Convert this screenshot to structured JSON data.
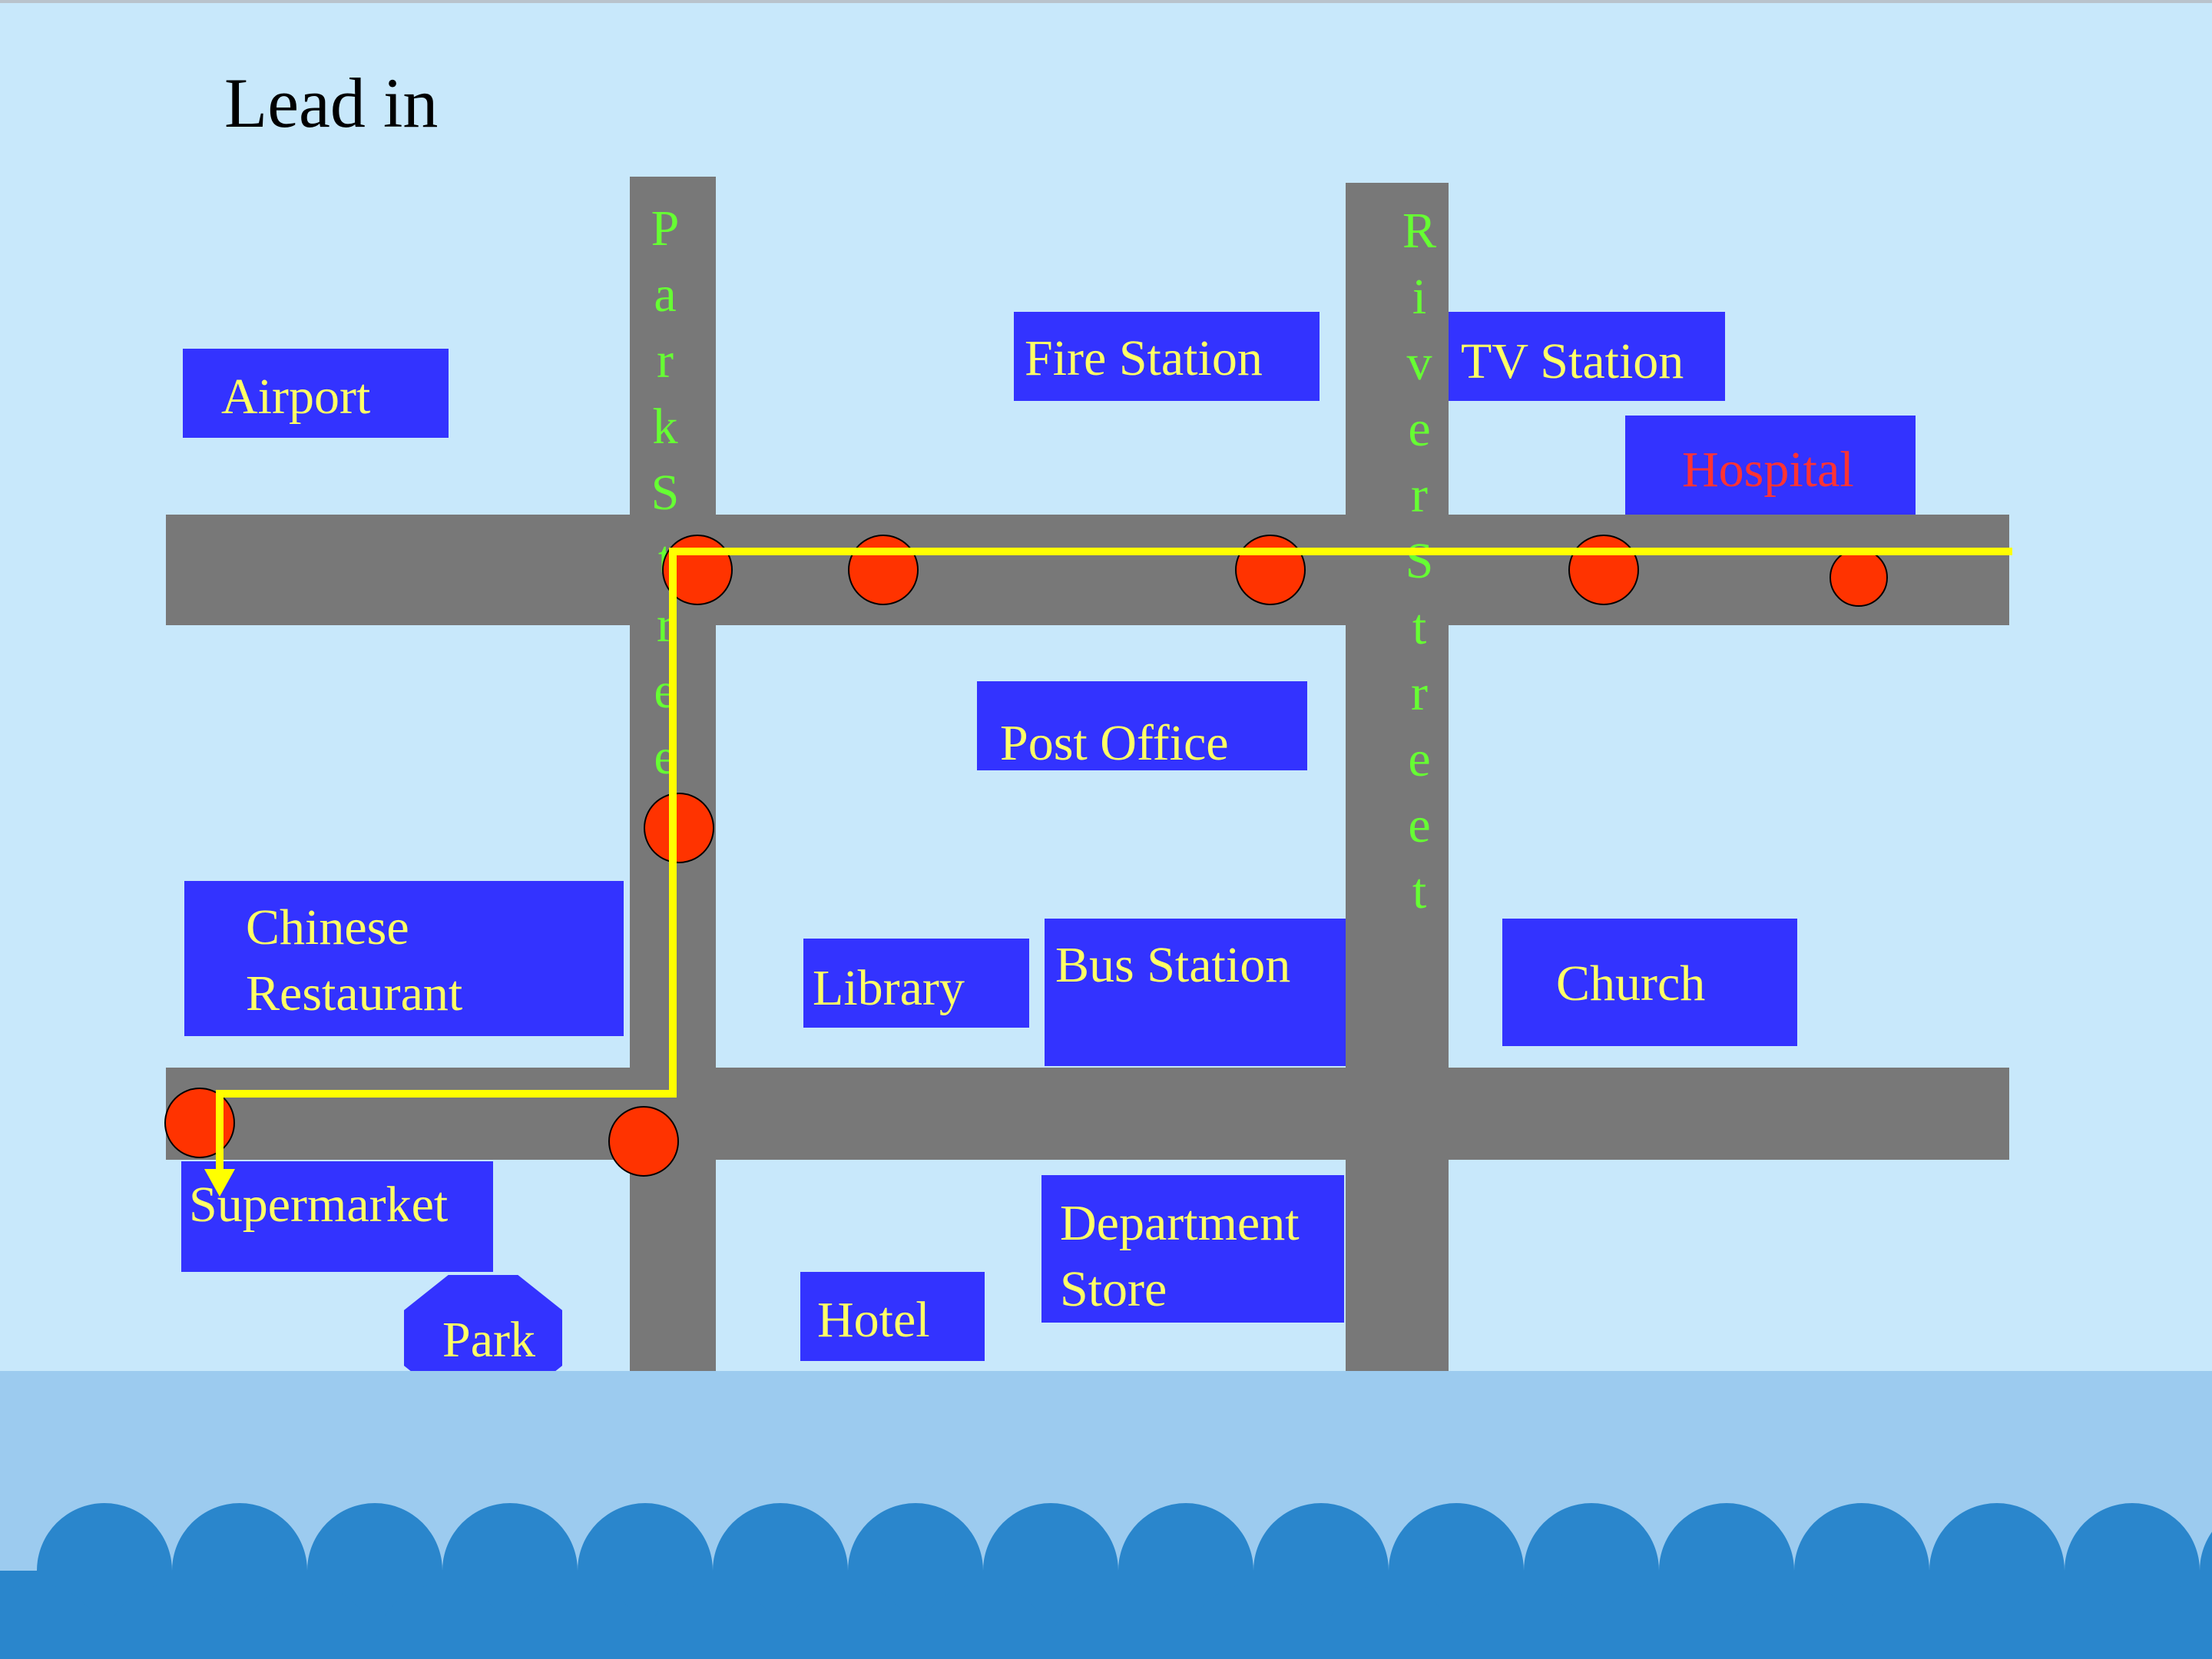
{
  "title": "Lead in",
  "streets": {
    "park": "Park Street",
    "river": "River Street"
  },
  "places": {
    "airport": "Airport",
    "fire_station": "Fire Station",
    "tv_station": "TV Station",
    "hospital": "Hospital",
    "post_office": "Post Office",
    "chinese_restaurant": [
      "Chinese",
      "Restaurant"
    ],
    "library": "Library",
    "bus_station": "Bus Station",
    "church": "Church",
    "supermarket": "Supermarket",
    "department_store": [
      "Department",
      "Store"
    ],
    "hotel": "Hotel",
    "park": "Park"
  },
  "colors": {
    "sky": "#c8e8fb",
    "road": "#787878",
    "place_box": "#3333ff",
    "place_text": "#ffff66",
    "hospital_text": "#ff3333",
    "street_text": "#66ff33",
    "route": "#ffff00",
    "stop": "#ff3300",
    "sea": "#9ccbef",
    "waves": "#2a86cc"
  },
  "icons": {
    "stop": "red-circle",
    "route": "yellow-arrow-line",
    "waves": "scalloped-wave"
  }
}
